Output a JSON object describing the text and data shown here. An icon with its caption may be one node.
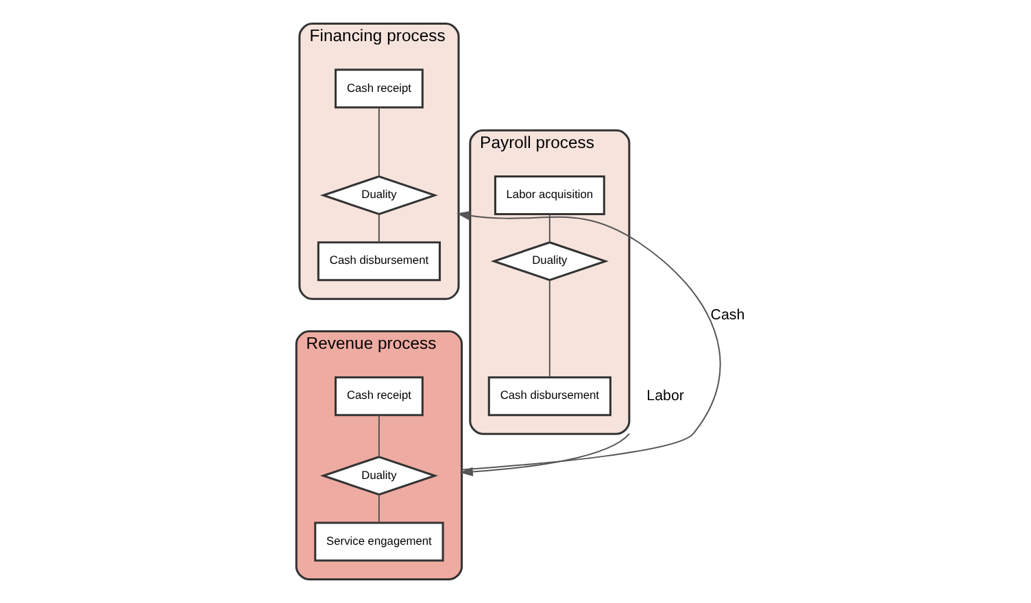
{
  "diagram": {
    "nodes": [
      {
        "text": [
          "Financing process"
        ]
      },
      {
        "text": [
          "Cash receipt"
        ],
        "in": 0
      },
      {
        "text": [
          "Duality"
        ],
        "in": 0
      },
      {
        "text": [
          "Cash disbursement"
        ],
        "in": 0
      },
      {
        "text": [
          "Revenue process"
        ]
      },
      {
        "text": [
          "Cash receipt"
        ],
        "in": 4
      },
      {
        "text": [
          "Duality"
        ],
        "in": 4
      },
      {
        "text": [
          "Service engagement"
        ],
        "in": 4
      },
      {
        "text": [
          "Payroll process"
        ]
      },
      {
        "text": [
          "Labor acquisition"
        ],
        "in": 8
      },
      {
        "text": [
          "Duality"
        ],
        "in": 8
      },
      {
        "text": [
          "Cash disbursement"
        ],
        "in": 8
      }
    ],
    "edges": [
      {
        "from": 1,
        "to": 2,
        "arrow": "none"
      },
      {
        "from": 2,
        "to": 3,
        "arrow": "none"
      },
      {
        "from": 5,
        "to": 6,
        "arrow": "none"
      },
      {
        "from": 6,
        "to": 7,
        "arrow": "none"
      },
      {
        "from": 9,
        "to": 10,
        "arrow": "none"
      },
      {
        "from": 10,
        "to": 11,
        "arrow": "none"
      },
      {
        "from": 4,
        "to": 0,
        "arrow": "to",
        "label": "Cash"
      },
      {
        "from": 8,
        "to": 4,
        "arrow": "to",
        "label": "Labor"
      }
    ]
  }
}
